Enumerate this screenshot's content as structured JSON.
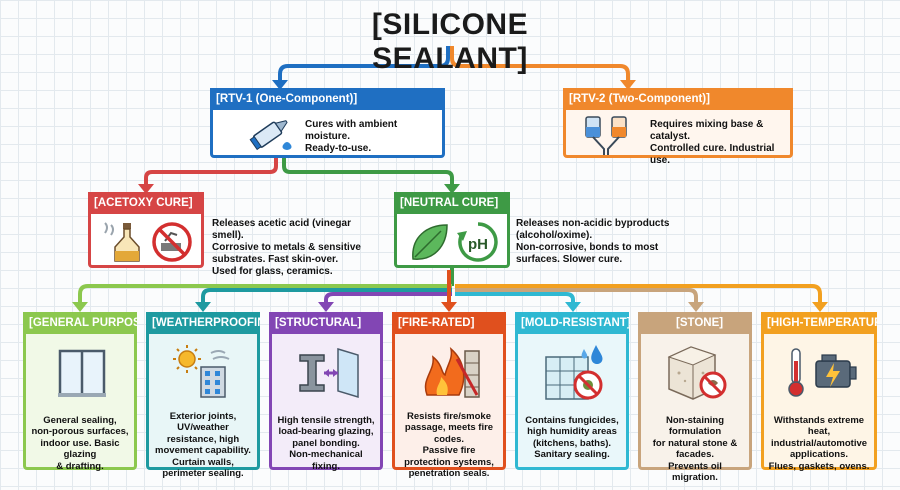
{
  "title": "[SILICONE SEALANT]",
  "colors": {
    "rtv1": "#1f6fc2",
    "rtv2": "#f0882c",
    "acetoxy": "#d64545",
    "neutral": "#3e9a45",
    "general": "#8cc84e",
    "weather": "#1e9aa0",
    "structural": "#8246b4",
    "fire": "#e0501e",
    "mold": "#2fb8d2",
    "stone": "#c8a47c",
    "hightemp": "#f2a020"
  },
  "rtv1": {
    "header": "[RTV-1 (One-Component)]",
    "desc": [
      "Cures with ambient moisture.",
      "Ready-to-use."
    ],
    "icon": "sealant-tube-icon"
  },
  "rtv2": {
    "header": "[RTV-2 (Two-Component)]",
    "desc": [
      "Requires mixing base & catalyst.",
      "Controlled cure. Industrial use."
    ],
    "icon": "mixing-cartridges-icon"
  },
  "acetoxy": {
    "header": "[ACETOXY CURE]",
    "desc": [
      "Releases acetic acid (vinegar smell).",
      "Corrosive to metals & sensitive",
      "substrates. Fast skin-over.",
      "Used for glass, ceramics."
    ],
    "icons": [
      "vinegar-bottle-icon",
      "no-corrosion-icon"
    ]
  },
  "neutral": {
    "header": "[NEUTRAL CURE]",
    "desc": [
      "Releases non-acidic byproducts",
      "(alcohol/oxime).",
      "Non-corrosive, bonds to most",
      "surfaces. Slower cure."
    ],
    "icons": [
      "leaf-icon",
      "ph-cycle-icon"
    ],
    "ph_label": "pH"
  },
  "categories": [
    {
      "key": "general",
      "header": "[GENERAL PURPOSE]",
      "icon": "window-icon",
      "desc": [
        "General sealing,",
        "non-porous surfaces,",
        "indoor use. Basic glazing",
        "& drafting."
      ]
    },
    {
      "key": "weather",
      "header": "[WEATHERPROOFING]",
      "icon": "sun-building-icon",
      "desc": [
        "Exterior joints, UV/weather",
        "resistance, high",
        "movement capability.",
        "Curtain walls,",
        "perimeter sealing."
      ]
    },
    {
      "key": "structural",
      "header": "[STRUCTURAL]",
      "icon": "steel-beam-glass-icon",
      "desc": [
        "High tensile strength,",
        "load-bearing glazing,",
        "panel bonding.",
        "Non-mechanical fixing."
      ]
    },
    {
      "key": "fire",
      "header": "[FIRE-RATED]",
      "icon": "fire-wall-icon",
      "desc": [
        "Resists fire/smoke",
        "passage, meets fire codes.",
        "Passive fire",
        "protection systems,",
        "penetration seals."
      ]
    },
    {
      "key": "mold",
      "header": "[MOLD-RESISTANT]",
      "icon": "tile-no-mold-icon",
      "desc": [
        "Contains fungicides,",
        "high humidity areas",
        "(kitchens, baths).",
        "Sanitary sealing."
      ]
    },
    {
      "key": "stone",
      "header": "[STONE]",
      "icon": "stone-block-no-stain-icon",
      "desc": [
        "Non-staining formulation",
        "for natural stone & facades.",
        "Prevents oil migration."
      ]
    },
    {
      "key": "hightemp",
      "header": "[HIGH-TEMPERATURE]",
      "icon": "thermometer-engine-icon",
      "desc": [
        "Withstands extreme heat,",
        "industrial/automotive",
        "applications.",
        "Flues, gaskets, ovens."
      ]
    }
  ]
}
